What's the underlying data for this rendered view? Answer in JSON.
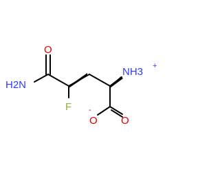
{
  "molecule": {
    "atoms": {
      "amide_oxygen": {
        "text": "O",
        "color": "#e00000"
      },
      "amide_nitrogen": {
        "text": "H2N",
        "color": "#2f3aff"
      },
      "fluorine": {
        "text": "F",
        "color": "#8fb040"
      },
      "ammonium": {
        "text": "NH3",
        "color": "#2f3aff"
      },
      "ammonium_charge": {
        "text": "+",
        "color": "#2f3aff"
      },
      "carboxylate_oxygen_single": {
        "text": "O",
        "color": "#e00000"
      },
      "carboxylate_charge": {
        "text": "-",
        "color": "#e00000"
      },
      "carboxylate_oxygen_double": {
        "text": "O",
        "color": "#e00000"
      }
    },
    "bond_color": "#000000"
  }
}
